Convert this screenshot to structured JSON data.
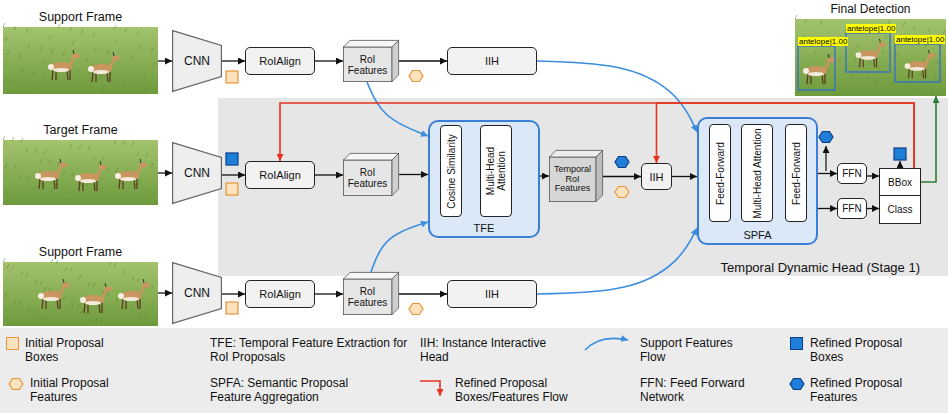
{
  "diagram": {
    "nodes": [
      {
        "text": [
          "Support Frame"
        ]
      },
      {
        "text": [
          "CNN"
        ]
      },
      {
        "text": [
          "RoIAlign"
        ]
      },
      {
        "text": [
          "RoI Features"
        ]
      },
      {
        "text": [
          "IIH"
        ]
      },
      {
        "text": [
          "Final Detection"
        ]
      },
      {
        "text": [
          "Temporal Dynamic Head (Stage 1)"
        ]
      },
      {
        "text": [
          "Target Frame"
        ]
      },
      {
        "text": [
          "CNN"
        ]
      },
      {
        "text": [
          "RoIAlign"
        ],
        "in": 6
      },
      {
        "text": [
          "RoI Features"
        ],
        "in": 6
      },
      {
        "text": [
          "TFE"
        ],
        "in": 6
      },
      {
        "text": [
          "Cosine Similarity"
        ],
        "in": 11
      },
      {
        "text": [
          "Multi-Head Attention"
        ],
        "in": 11
      },
      {
        "text": [
          "Temporal RoI Features"
        ],
        "in": 6
      },
      {
        "text": [
          "IIH"
        ],
        "in": 6
      },
      {
        "text": [
          "SPFA"
        ],
        "in": 6
      },
      {
        "text": [
          "Feed-Forward"
        ],
        "in": 16
      },
      {
        "text": [
          "Multi-Head Attention"
        ],
        "in": 16
      },
      {
        "text": [
          "Feed-Forward"
        ],
        "in": 16
      },
      {
        "text": [
          "FFN"
        ],
        "in": 6
      },
      {
        "text": [
          "FFN"
        ],
        "in": 6
      },
      {
        "text": [
          "BBox"
        ],
        "in": 6
      },
      {
        "text": [
          "Class"
        ],
        "in": 6
      },
      {
        "text": [
          "Support Frame"
        ]
      },
      {
        "text": [
          "CNN"
        ]
      },
      {
        "text": [
          "RoIAlign"
        ]
      },
      {
        "text": [
          "RoI Features"
        ]
      },
      {
        "text": [
          "IIH"
        ]
      }
    ],
    "edges": [
      {
        "from": 0,
        "to": 1,
        "arrow": "to"
      },
      {
        "from": 1,
        "to": 2,
        "arrow": "to"
      },
      {
        "from": 2,
        "to": 3,
        "arrow": "to"
      },
      {
        "from": 3,
        "to": 4,
        "arrow": "to"
      },
      {
        "from": 3,
        "to": 11,
        "arrow": "to"
      },
      {
        "from": 4,
        "to": 16,
        "arrow": "to"
      },
      {
        "from": 7,
        "to": 8,
        "arrow": "to"
      },
      {
        "from": 8,
        "to": 9,
        "arrow": "to"
      },
      {
        "from": 9,
        "to": 10,
        "arrow": "to"
      },
      {
        "from": 10,
        "to": 11,
        "arrow": "to"
      },
      {
        "from": 11,
        "to": 14,
        "arrow": "to"
      },
      {
        "from": 14,
        "to": 15,
        "arrow": "to"
      },
      {
        "from": 15,
        "to": 16,
        "arrow": "to"
      },
      {
        "from": 16,
        "to": 20,
        "arrow": "to"
      },
      {
        "from": 16,
        "to": 21,
        "arrow": "to"
      },
      {
        "from": 20,
        "to": 22,
        "arrow": "to"
      },
      {
        "from": 21,
        "to": 23,
        "arrow": "to"
      },
      {
        "from": 22,
        "to": 5,
        "arrow": "to"
      },
      {
        "from": 22,
        "to": 9,
        "arrow": "to"
      },
      {
        "from": 22,
        "to": 15,
        "arrow": "to"
      },
      {
        "from": 24,
        "to": 25,
        "arrow": "to"
      },
      {
        "from": 25,
        "to": 26,
        "arrow": "to"
      },
      {
        "from": 26,
        "to": 27,
        "arrow": "to"
      },
      {
        "from": 27,
        "to": 28,
        "arrow": "to"
      },
      {
        "from": 27,
        "to": 11,
        "arrow": "to"
      },
      {
        "from": 28,
        "to": 16,
        "arrow": "to"
      }
    ],
    "labels": [
      "antelope|1.00",
      "antelope|1.00",
      "antelope|1.00",
      "TFE: Temporal Feature Extraction for RoI Proposals",
      "SPFA: Semantic Proposal Feature Aggregation",
      "IIH: Instance Interactive Head",
      "FFN: Feed Forward Network"
    ],
    "legend": [
      {
        "text": "Initial Proposal Boxes",
        "color": "#fde2bd"
      },
      {
        "text": "Initial Proposal Features"
      },
      {
        "text": "Support Features Flow"
      },
      {
        "text": "Refined Proposal Boxes/Features Flow"
      },
      {
        "text": "Refined Proposal Boxes",
        "color": "#1f7fd8"
      },
      {
        "text": "Refined Proposal Features"
      }
    ]
  }
}
